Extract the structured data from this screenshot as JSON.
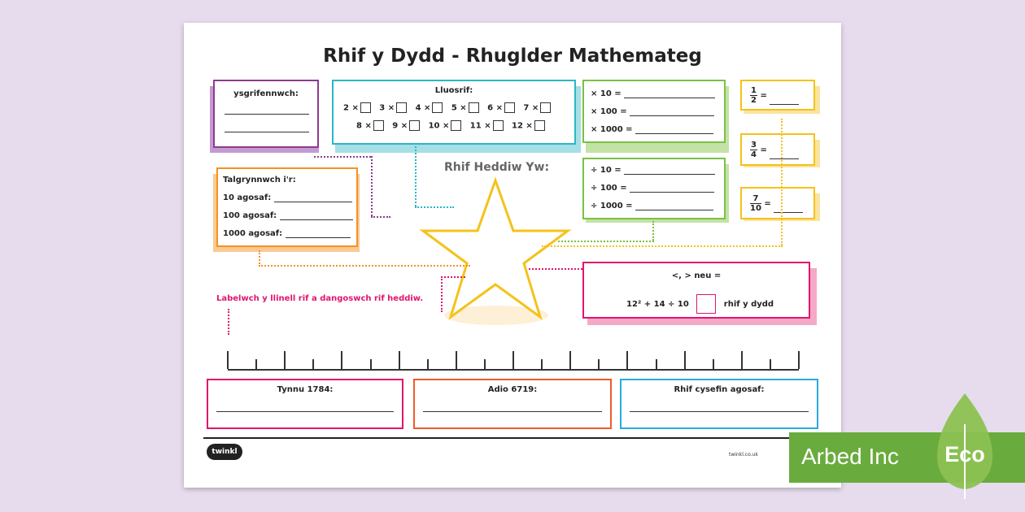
{
  "title": "Rhif y Dydd - Rhuglder Mathemateg",
  "ysgrifennwch": {
    "label": "ysgrifennwch:"
  },
  "lluosrif": {
    "label": "Lluosrif:",
    "row1": [
      "2 ×",
      "3 ×",
      "4 ×",
      "5 ×",
      "6 ×",
      "7 ×"
    ],
    "row2": [
      "8 ×",
      "9 ×",
      "10 ×",
      "11 ×",
      "12 ×"
    ]
  },
  "multiply": {
    "rows": [
      "× 10 =",
      "× 100 =",
      "× 1000 ="
    ]
  },
  "divide": {
    "rows": [
      "÷ 10 =",
      "÷ 100 =",
      "÷ 1000 ="
    ]
  },
  "fractions": [
    {
      "num": "1",
      "den": "2",
      "eq": "="
    },
    {
      "num": "3",
      "den": "4",
      "eq": "="
    },
    {
      "num": "7",
      "den": "10",
      "eq": "="
    }
  ],
  "rounding": {
    "label": "Talgrynnwch i'r:",
    "rows": [
      "10 agosaf:",
      "100 agosaf:",
      "1000 agosaf:"
    ]
  },
  "rhif_heddiw": "Rhif Heddiw Yw:",
  "compare": {
    "label": "<, > neu =",
    "expression": "12² + 14 ÷ 10",
    "suffix": "rhif y dydd"
  },
  "number_line_label": "Labelwch y llinell rif a dangoswch rif heddiw.",
  "bottom_boxes": [
    "Tynnu 1784:",
    "Adio 6719:",
    "Rhif cysefin agosaf:"
  ],
  "logo": "twinkl",
  "footer_text": "twinkl.co.uk",
  "badge": {
    "text": "Arbed Inc",
    "eco": "Eco"
  },
  "colors": {
    "purple": "#8e3a8e",
    "teal": "#2bb7c6",
    "green": "#7ac143",
    "orange": "#f39321",
    "pink": "#e0156e",
    "yellow": "#f4c21a",
    "blue": "#2aa9e0",
    "red_orange": "#ef5a28"
  }
}
